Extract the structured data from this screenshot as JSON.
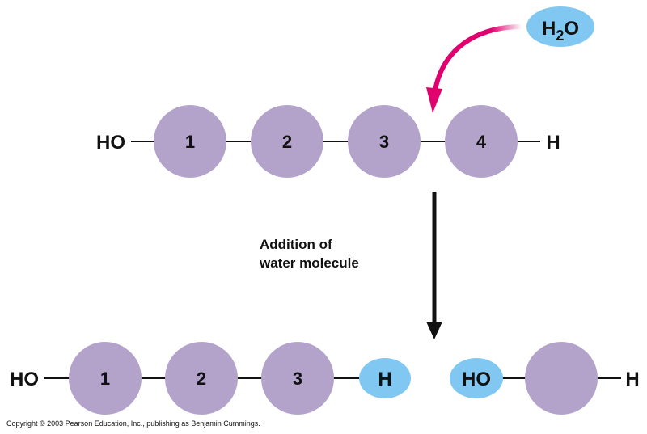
{
  "water": {
    "main": "H",
    "sub": "2",
    "end": "O"
  },
  "top_chain": {
    "left": "HO",
    "right": "H",
    "monomers": [
      "1",
      "2",
      "3",
      "4"
    ]
  },
  "caption": {
    "line1": "Addition of",
    "line2": "water molecule"
  },
  "bottom_chain": {
    "left": "HO",
    "monomers": [
      "1",
      "2",
      "3"
    ],
    "h_cap": "H",
    "ho_cap": "HO",
    "right": "H"
  },
  "copyright": "Copyright © 2003 Pearson Education, Inc., publishing as Benjamin Cummings.",
  "colors": {
    "monomer": "#b3a3cb",
    "water": "#80c8f2",
    "arrow": "#e0006e"
  }
}
